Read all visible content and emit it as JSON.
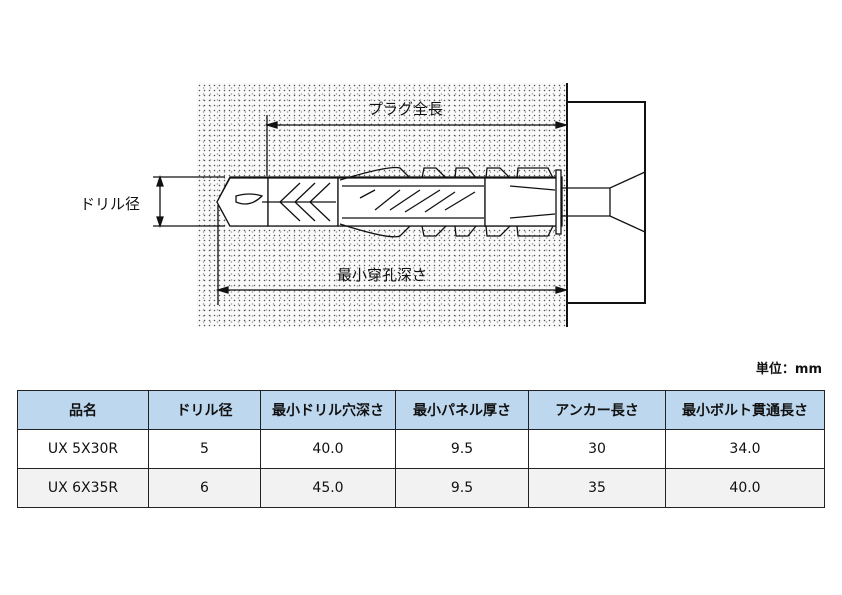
{
  "diagram": {
    "plug_length": "プラグ全長",
    "drill_diameter": "ドリル径",
    "min_hole_depth": "最小穿孔深さ"
  },
  "unit": "単位：mm",
  "table": {
    "headers": [
      "品名",
      "ドリル径",
      "最小ドリル穴深さ",
      "最小パネル厚さ",
      "アンカー長さ",
      "最小ボルト貫通長さ"
    ],
    "rows": [
      [
        "UX 5X30R",
        "5",
        "40.0",
        "9.5",
        "30",
        "34.0"
      ],
      [
        "UX 6X35R",
        "6",
        "45.0",
        "9.5",
        "35",
        "40.0"
      ]
    ]
  }
}
